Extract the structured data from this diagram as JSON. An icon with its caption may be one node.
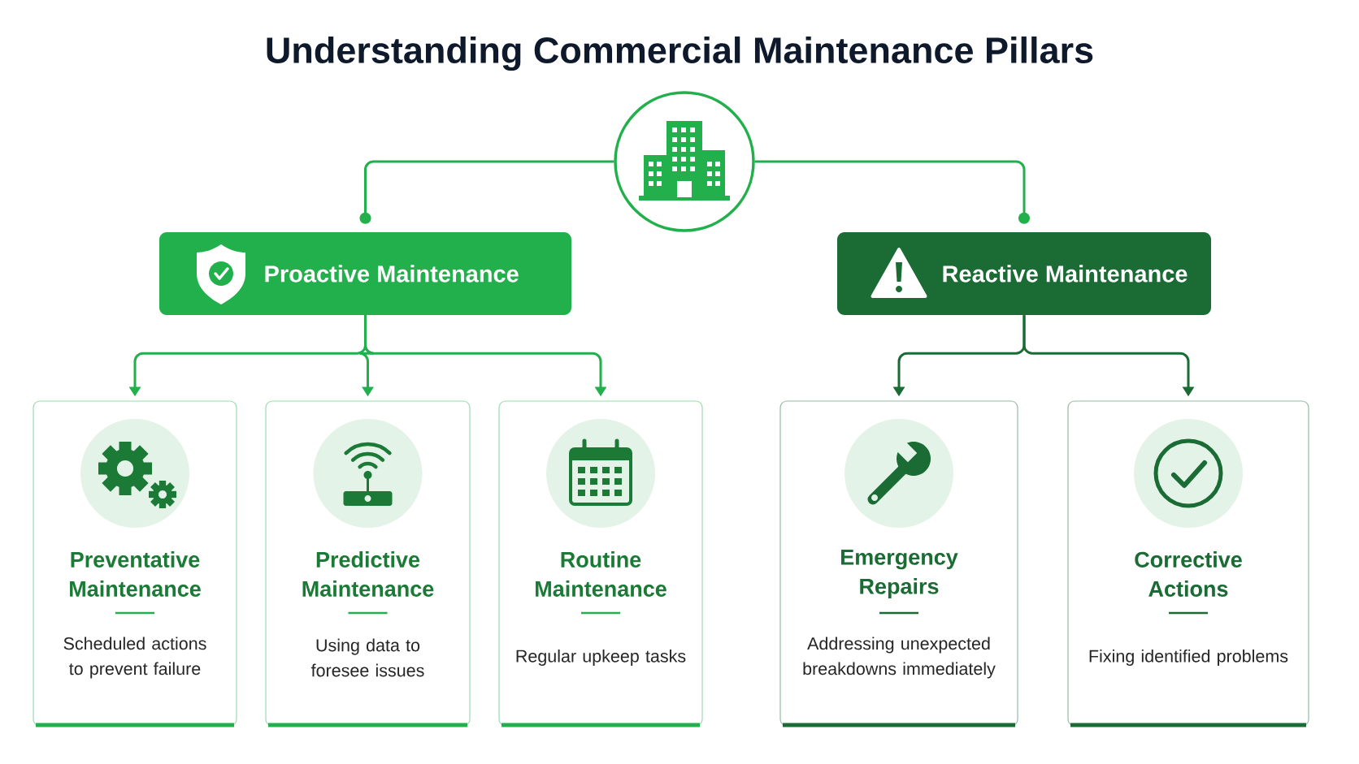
{
  "diagram": {
    "title": "Understanding Commercial Maintenance Pillars",
    "nodes": [
      {
        "text": [],
        "shape": "circle"
      },
      {
        "text": [
          "Proactive Maintenance"
        ]
      },
      {
        "text": [
          "Reactive Maintenance"
        ]
      },
      {
        "text": [
          "Preventative Maintenance",
          "Scheduled actions to prevent failure"
        ]
      },
      {
        "text": [
          "Predictive Maintenance",
          "Using data to foresee issues"
        ]
      },
      {
        "text": [
          "Routine Maintenance",
          "Regular upkeep tasks"
        ]
      },
      {
        "text": [
          "Emergency Repairs",
          "Addressing unexpected breakdowns immediately"
        ]
      },
      {
        "text": [
          "Corrective Actions",
          "Fixing identified problems"
        ]
      }
    ],
    "edges": [
      {
        "from": 0,
        "to": 1,
        "arrow": "other"
      },
      {
        "from": 0,
        "to": 2,
        "arrow": "other"
      },
      {
        "from": 1,
        "to": 3,
        "arrow": "to"
      },
      {
        "from": 1,
        "to": 4,
        "arrow": "to"
      },
      {
        "from": 1,
        "to": 5,
        "arrow": "to"
      },
      {
        "from": 2,
        "to": 6,
        "arrow": "to",
        "color": "#1a6b34"
      },
      {
        "from": 2,
        "to": 7,
        "arrow": "to",
        "color": "#1a6b34"
      }
    ]
  }
}
